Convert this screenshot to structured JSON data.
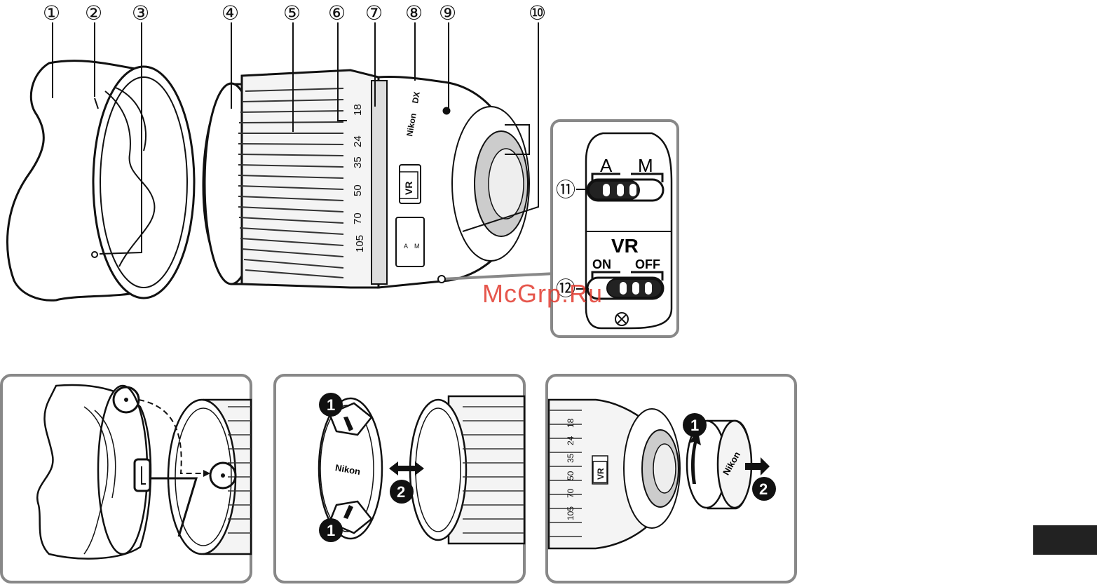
{
  "callouts": [
    "①",
    "②",
    "③",
    "④",
    "⑤",
    "⑥",
    "⑦",
    "⑧",
    "⑨",
    "⑩",
    "⑪",
    "⑫"
  ],
  "lens": {
    "focal_marks": [
      "18",
      "24",
      "35",
      "50",
      "70",
      "105"
    ],
    "brand": "Nikon",
    "format": "DX",
    "vr_badge": "VR",
    "switch_labels_small": [
      "A",
      "M"
    ]
  },
  "switch_panel": {
    "mode_a": "A",
    "mode_m": "M",
    "vr_title": "VR",
    "vr_on": "ON",
    "vr_off": "OFF"
  },
  "steps": {
    "one": "1",
    "two": "2"
  },
  "panel2": {
    "cap_brand": "Nikon"
  },
  "panel3": {
    "focal_marks": [
      "18",
      "24",
      "35",
      "50",
      "70",
      "105"
    ],
    "vr_badge": "VR",
    "rear_cap_brand": "Nikon"
  },
  "watermark": "McGrp.Ru"
}
